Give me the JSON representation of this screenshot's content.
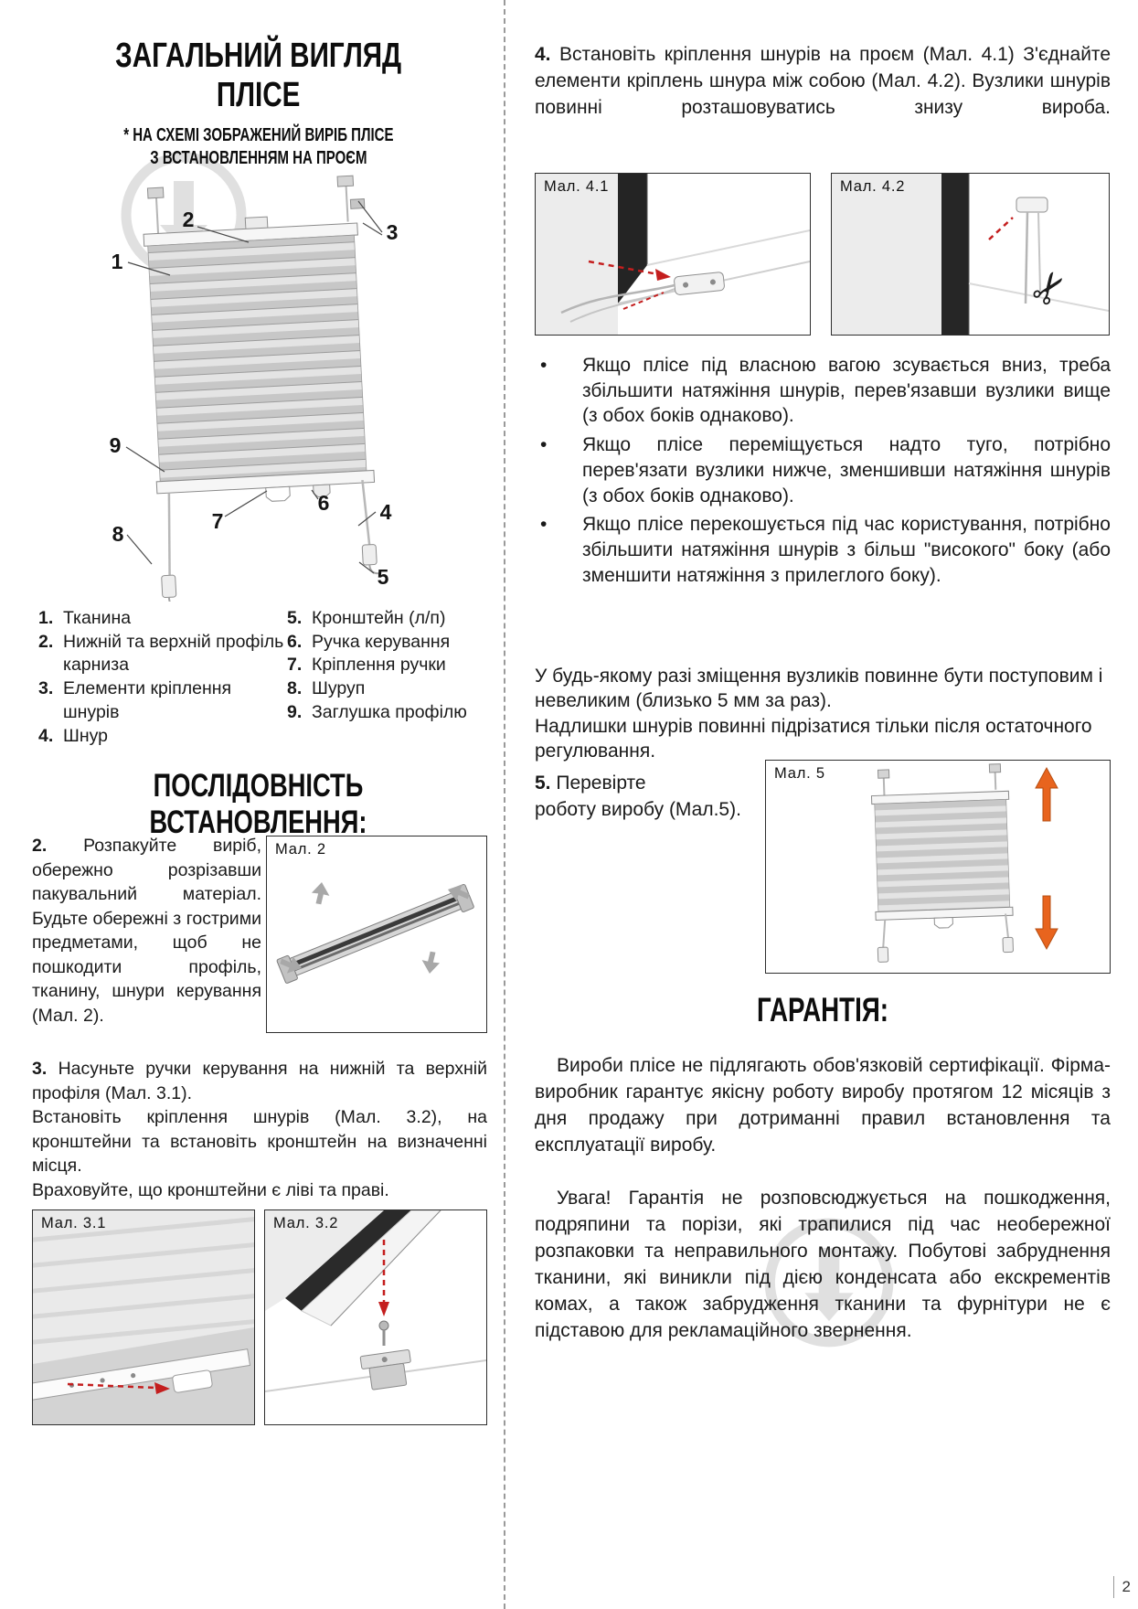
{
  "page": {
    "number": "2"
  },
  "icons": {
    "scissors": "✂"
  },
  "left": {
    "title_line1": "ЗАГАЛЬНИЙ ВИГЛЯД",
    "title_line2": "ПЛІСЕ",
    "subtitle": "* НА СХЕМІ ЗОБРАЖЕНИЙ ВИРІБ ПЛІСЕ\nЗ ВСТАНОВЛЕННЯМ НА ПРОЄМ",
    "callouts": [
      "1",
      "2",
      "3",
      "4",
      "5",
      "6",
      "7",
      "8",
      "9"
    ],
    "legend_left": [
      {
        "num": "1.",
        "text": "Тканина"
      },
      {
        "num": "2.",
        "text": "Нижній та верхній профіль карниза"
      },
      {
        "num": "3.",
        "text": "Елементи кріплення шнурів"
      },
      {
        "num": "4.",
        "text": "Шнур"
      }
    ],
    "legend_right": [
      {
        "num": "5.",
        "text": "Кронштейн (л/п)"
      },
      {
        "num": "6.",
        "text": "Ручка керування"
      },
      {
        "num": "7.",
        "text": "Кріплення ручки"
      },
      {
        "num": "8.",
        "text": "Шуруп"
      },
      {
        "num": "9.",
        "text": "Заглушка профілю"
      }
    ],
    "sequence_heading": "ПОСЛІДОВНІСТЬ ВСТАНОВЛЕННЯ:",
    "step2": {
      "num": "2.",
      "text": "Розпакуйте виріб, обережно розрізавши пакувальний матеріал. Будьте обережні з гострими предметами, щоб не пошкодити профіль, тканину, шнури керування (Мал. 2)."
    },
    "fig2_label": "Мал. 2",
    "step3": {
      "num": "3.",
      "text": "Насуньте ручки керування на нижній та верхній профіля (Мал. 3.1).\nВстановіть кріплення шнурів (Мал. 3.2), на кронштейни та встановіть кронштейн на визначенні місця.\nВраховуйте, що кронштейни є ліві та праві."
    },
    "fig31_label": "Мал. 3.1",
    "fig32_label": "Мал. 3.2"
  },
  "right": {
    "step4": {
      "num": "4.",
      "text": "Встановіть кріплення шнурів на проєм (Мал. 4.1) З'єднайте елементи кріплень шнура між собою (Мал. 4.2). Вузлики шнурів повинні розташовуватись знизу вироба."
    },
    "fig41_label": "Мал. 4.1",
    "fig42_label": "Мал. 4.2",
    "bullets": [
      "Якщо плісе під власною вагою зсувається вниз, треба збільшити натяжіння шнурів, перев'язавши вузлики вище (з обох боків однаково).",
      "Якщо плісе переміщується надто туго, потрібно перев'язати вузлики нижче, зменшивши натяжіння шнурів (з обох боків однаково).",
      "Якщо плісе перекошується під час користування, потрібно збільшити натяжіння шнурів з більш \"високого\" боку (або зменшити натяжіння з прилеглого боку)."
    ],
    "note": "У будь-якому разі зміщення вузликів повинне бути поступовим і невеликим (близько 5 мм за раз).\nНадлишки шнурів повинні підрізатися тільки після остаточного регулювання.",
    "step5": {
      "num": "5.",
      "text": "Перевірте\nроботу виробу (Мал.5)."
    },
    "fig5_label": "Мал. 5",
    "warranty_heading": "ГАРАНТІЯ:",
    "warranty_p1": "Вироби плісе не підлягають обов'язковій сертифікації. Фірма-виробник гарантує якісну роботу виробу протягом 12 місяців з дня продажу при дотриманні правил встановлення та експлуатації виробу.",
    "warranty_p2": "Увага! Гарантія не розповсюджується на пошкодження, подряпини та порізи, які трапилися під час необережної розпаковки та неправильного монтажу. Побутові забруднення тканини, які виникли під дією конденсата або екскрементів комах, а також забрудження тканини та фурнітури не є підставою для рекламаційного звернення."
  }
}
